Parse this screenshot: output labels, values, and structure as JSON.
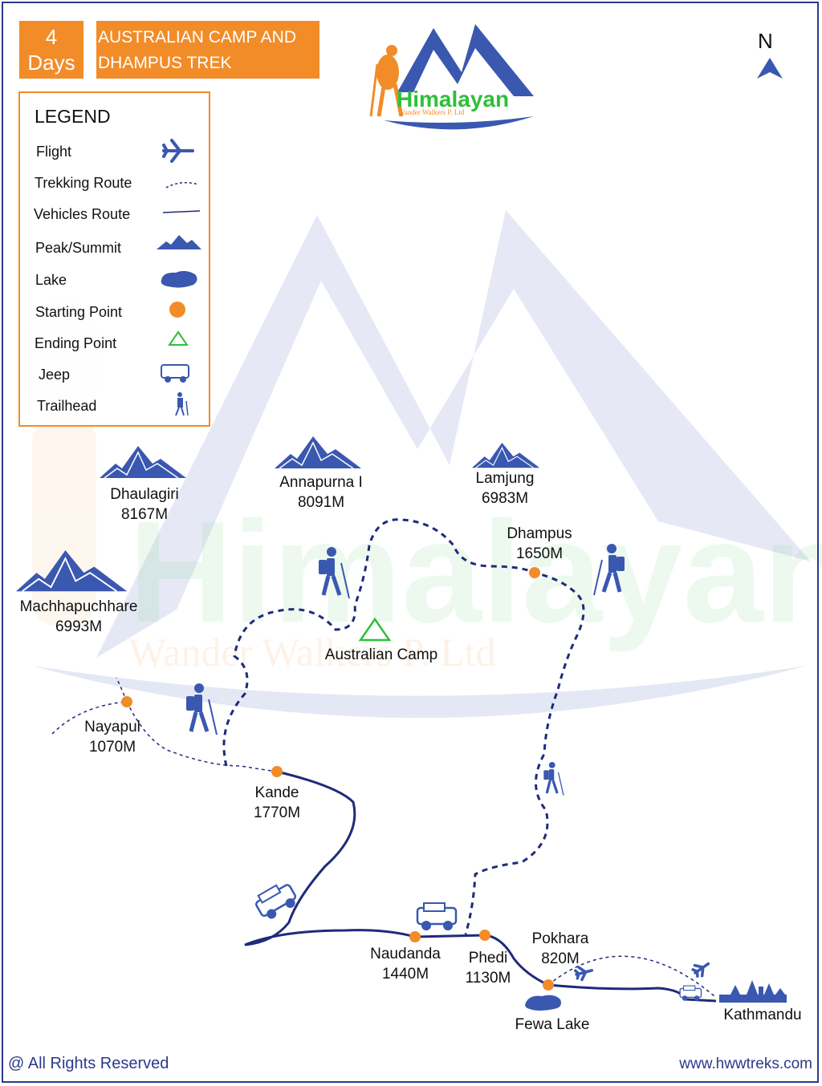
{
  "header": {
    "days_number": "4",
    "days_label": "Days",
    "title_line1": "AUSTRALIAN CAMP AND",
    "title_line2": "DHAMPUS TREK"
  },
  "logo": {
    "brand": "Himalayan",
    "sub": "Wander Walkers P. Ltd",
    "icon": "mountain-trekker-logo"
  },
  "north_label": "N",
  "legend": {
    "title": "LEGEND",
    "items": [
      {
        "label": "Flight",
        "icon": "airplane-icon"
      },
      {
        "label": "Trekking Route",
        "icon": "dashed-line-icon"
      },
      {
        "label": "Vehicles Route",
        "icon": "solid-line-icon"
      },
      {
        "label": "Peak/Summit",
        "icon": "peak-icon"
      },
      {
        "label": "Lake",
        "icon": "lake-icon"
      },
      {
        "label": "Starting Point",
        "icon": "orange-dot-icon"
      },
      {
        "label": "Ending Point",
        "icon": "green-triangle-icon"
      },
      {
        "label": "Jeep",
        "icon": "jeep-icon"
      },
      {
        "label": "Trailhead",
        "icon": "hiker-icon"
      }
    ]
  },
  "peaks": [
    {
      "name": "Dhaulagiri",
      "elev": "8167M"
    },
    {
      "name": "Annapurna I",
      "elev": "8091M"
    },
    {
      "name": "Lamjung",
      "elev": "6983M"
    },
    {
      "name": "Machhapuchhare",
      "elev": "6993M"
    }
  ],
  "places": {
    "dhampus": {
      "name": "Dhampus",
      "elev": "1650M"
    },
    "australian_camp": {
      "name": "Australian Camp"
    },
    "nayapul": {
      "name": "Nayapul",
      "elev": "1070M"
    },
    "kande": {
      "name": "Kande",
      "elev": "1770M"
    },
    "naudanda": {
      "name": "Naudanda",
      "elev": "1440M"
    },
    "phedi": {
      "name": "Phedi",
      "elev": "1130M"
    },
    "pokhara": {
      "name": "Pokhara",
      "elev": "820M"
    },
    "fewa_lake": {
      "name": "Fewa Lake"
    },
    "kathmandu": {
      "name": "Kathmandu"
    }
  },
  "footer": {
    "rights": "@ All Rights Reserved",
    "website": "www.hwwtreks.com"
  },
  "colors": {
    "orange": "#f28c28",
    "navy": "#1f2a7a",
    "blue": "#3a58b0",
    "green": "#2fbf3a"
  }
}
